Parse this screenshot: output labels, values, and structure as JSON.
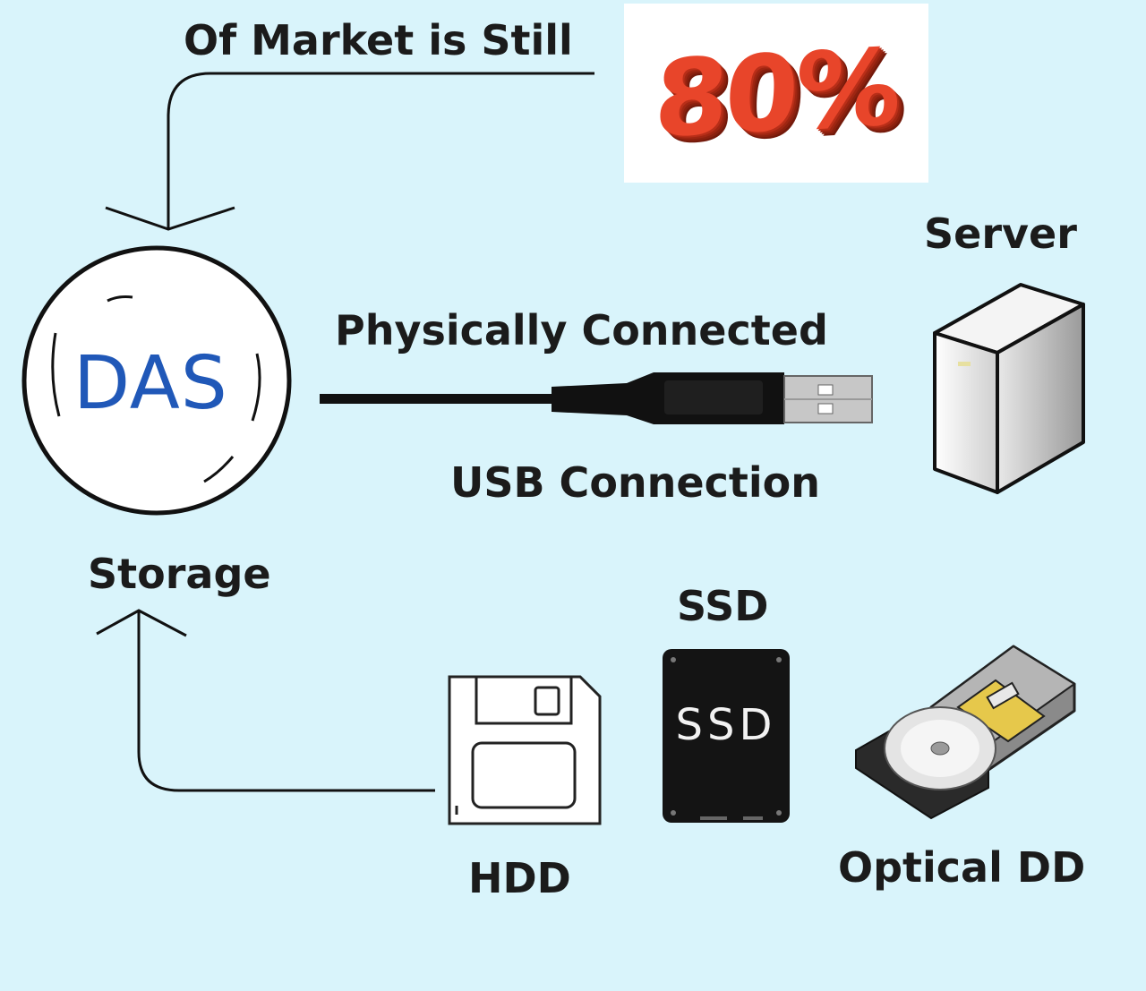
{
  "labels": {
    "market": "Of Market is Still",
    "percent": "80%",
    "das": "DAS",
    "server": "Server",
    "physically_connected": "Physically Connected",
    "usb_connection": "USB Connection",
    "storage": "Storage",
    "ssd_title": "SSD",
    "ssd_chip": "SSD",
    "hdd": "HDD",
    "optical": "Optical DD"
  },
  "colors": {
    "background": "#d9f4fb",
    "das_text": "#2058b8",
    "percent": "#e8452a"
  },
  "icons": [
    "usb-cable-icon",
    "server-icon",
    "floppy-disk-icon",
    "ssd-icon",
    "optical-drive-icon"
  ]
}
